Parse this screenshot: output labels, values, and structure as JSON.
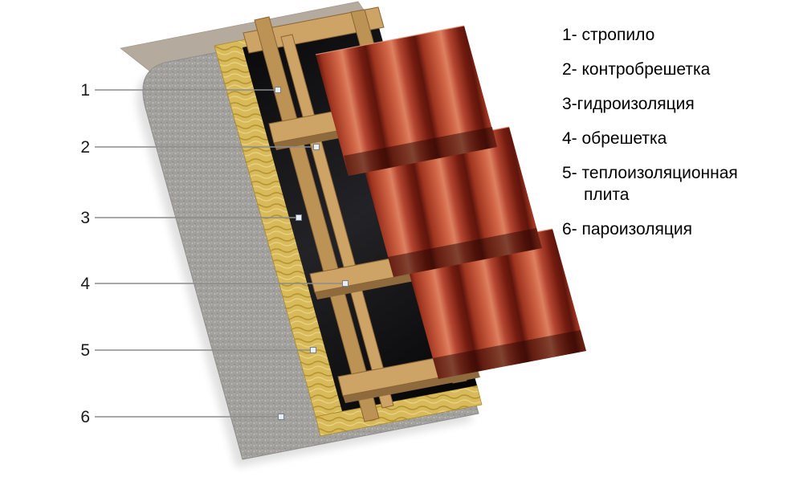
{
  "colors": {
    "text": "#1a1a1a",
    "leader": "#8c8c8c",
    "marker_fill": "#e8eef2",
    "marker_stroke": "#75808a",
    "back_panel": "#b4aa9d",
    "vapor_gray": "#a2a09c",
    "insulation_yellow": "#d9ba5a",
    "membrane_black": "#141416",
    "wood": "#cda465",
    "wood_dark": "#bd9355",
    "wood_shadow": "#8f6a3c",
    "tile_red": "#c65a3e",
    "tile_red_dark": "#5e150c"
  },
  "callouts": [
    {
      "num": "1",
      "label": "стропило"
    },
    {
      "num": "2",
      "label": "контробрешетка"
    },
    {
      "num": "3",
      "label": "гидроизоляция"
    },
    {
      "num": "4",
      "label": "обрешетка"
    },
    {
      "num": "5",
      "label": "теплоизоляционная плита"
    },
    {
      "num": "6",
      "label": "пароизоляция"
    }
  ],
  "legend": {
    "items": [
      {
        "line1": "1- стропило"
      },
      {
        "line1": "2- контробрешетка"
      },
      {
        "line1": "3-гидроизоляция"
      },
      {
        "line1": "4- обрешетка"
      },
      {
        "line1": "5- теплоизоляционная",
        "line2": "плита"
      },
      {
        "line1": "6- пароизоляция"
      }
    ]
  }
}
